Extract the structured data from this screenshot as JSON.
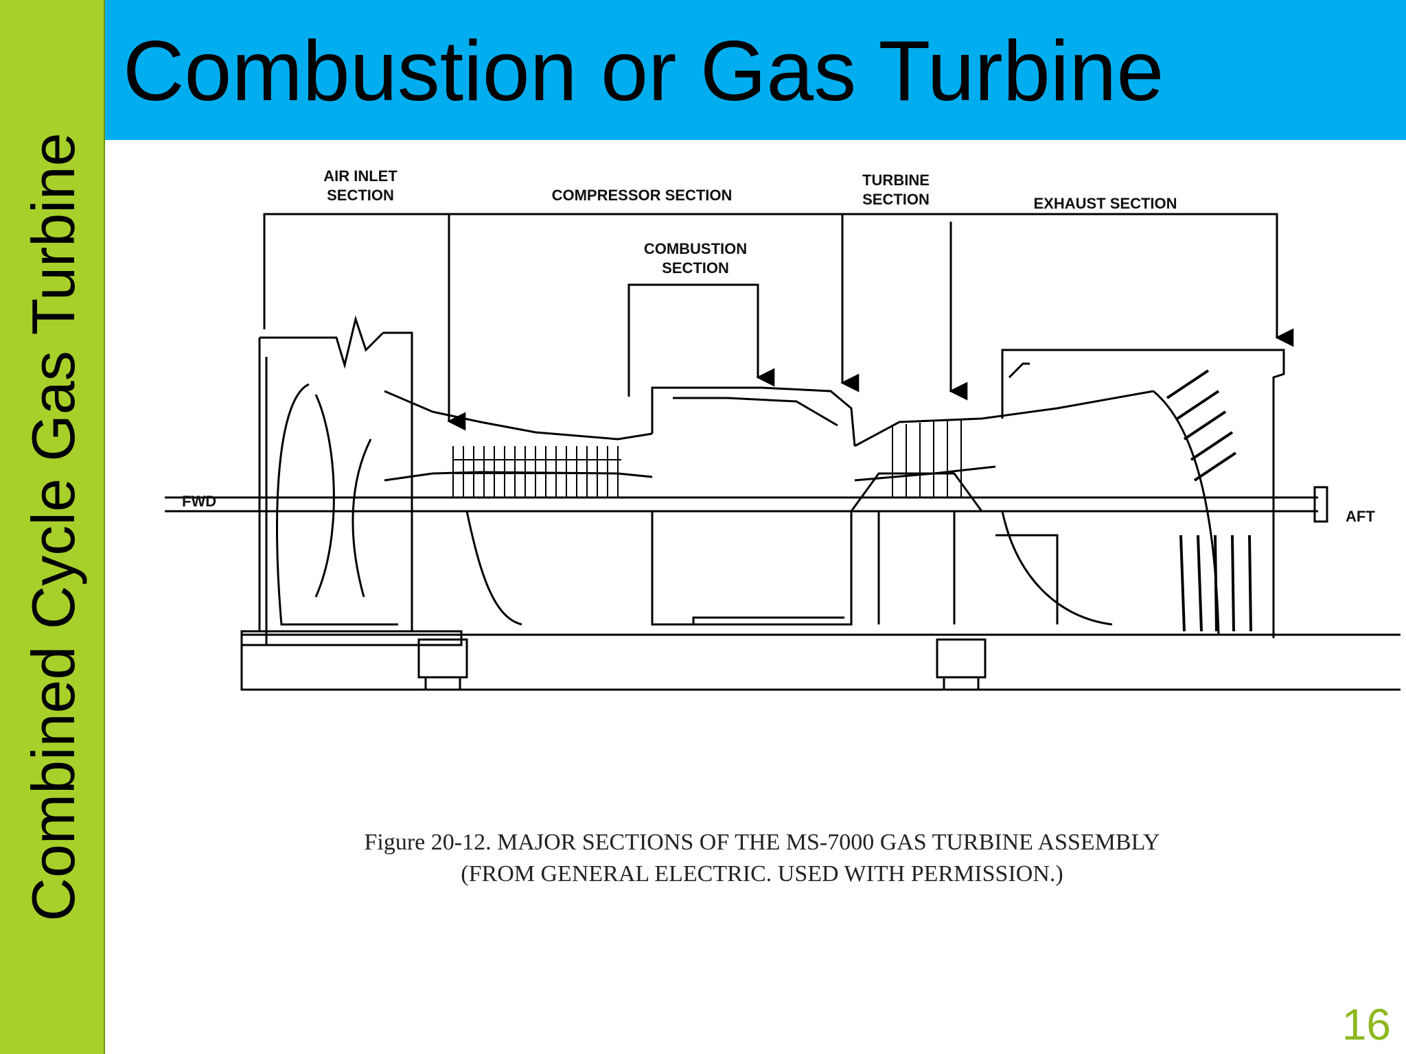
{
  "sidebar": {
    "text": "Combined Cycle Gas Turbine"
  },
  "header": {
    "title": "Combustion or Gas Turbine"
  },
  "diagram": {
    "labels": {
      "air_inlet_1": "AIR INLET",
      "air_inlet_2": "SECTION",
      "compressor": "COMPRESSOR SECTION",
      "combustion_1": "COMBUSTION",
      "combustion_2": "SECTION",
      "turbine_1": "TURBINE",
      "turbine_2": "SECTION",
      "exhaust": "EXHAUST  SECTION",
      "fwd": "FWD",
      "aft": "AFT"
    },
    "caption_line1": "Figure 20-12.  MAJOR SECTIONS OF THE MS-7000 GAS TURBINE ASSEMBLY",
    "caption_line2": "(FROM GENERAL ELECTRIC. USED WITH PERMISSION.)"
  },
  "footer": {
    "slide_number": "16"
  },
  "colors": {
    "sidebar": "#a8d02a",
    "title_bar": "#00aeef",
    "slide_number": "#8cb81e"
  }
}
